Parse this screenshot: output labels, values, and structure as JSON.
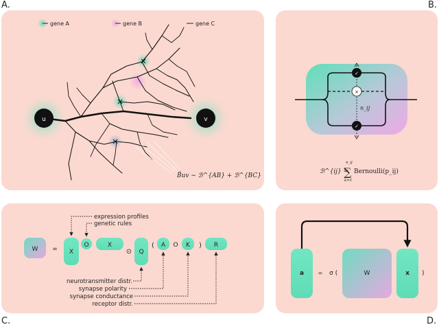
{
  "corner_labels": {
    "a": "A.",
    "b": "B.",
    "c": "C.",
    "d": "D."
  },
  "panel_a": {
    "legend": [
      "gene A",
      "gene B",
      "gene C"
    ],
    "node_u": "u",
    "node_v": "v",
    "formula": "B̃uv ~ ℬ^{AB} + ℬ^{BC}"
  },
  "panel_b": {
    "check_top": "✓",
    "check_bottom": "✓",
    "cross": "×",
    "n_label": "n_ij",
    "formula_lhs": "ℬ^{ij} =",
    "sum_top": "n_ij",
    "sum_bottom": "k=1",
    "formula_rhs": "Bernoulli(p_ij)"
  },
  "panel_c": {
    "w": "W",
    "eq": "=",
    "x": "X",
    "odot1": "O",
    "x_t": "X",
    "odot2": "⊙",
    "q": "Q",
    "paren_open": "(",
    "a": "A",
    "odot3": "O",
    "k": "K",
    "paren_close": ")",
    "r": "R",
    "annotations_top": [
      "expression profiles",
      "genetic rules"
    ],
    "annotations_bottom": [
      "neurotransmitter distr.",
      "synapse polarity",
      "synapse conductance",
      "receptor distr."
    ]
  },
  "panel_d": {
    "a": "a",
    "eq": "=",
    "sigma": "σ (",
    "w": "W",
    "x": "x",
    "close": ")"
  }
}
